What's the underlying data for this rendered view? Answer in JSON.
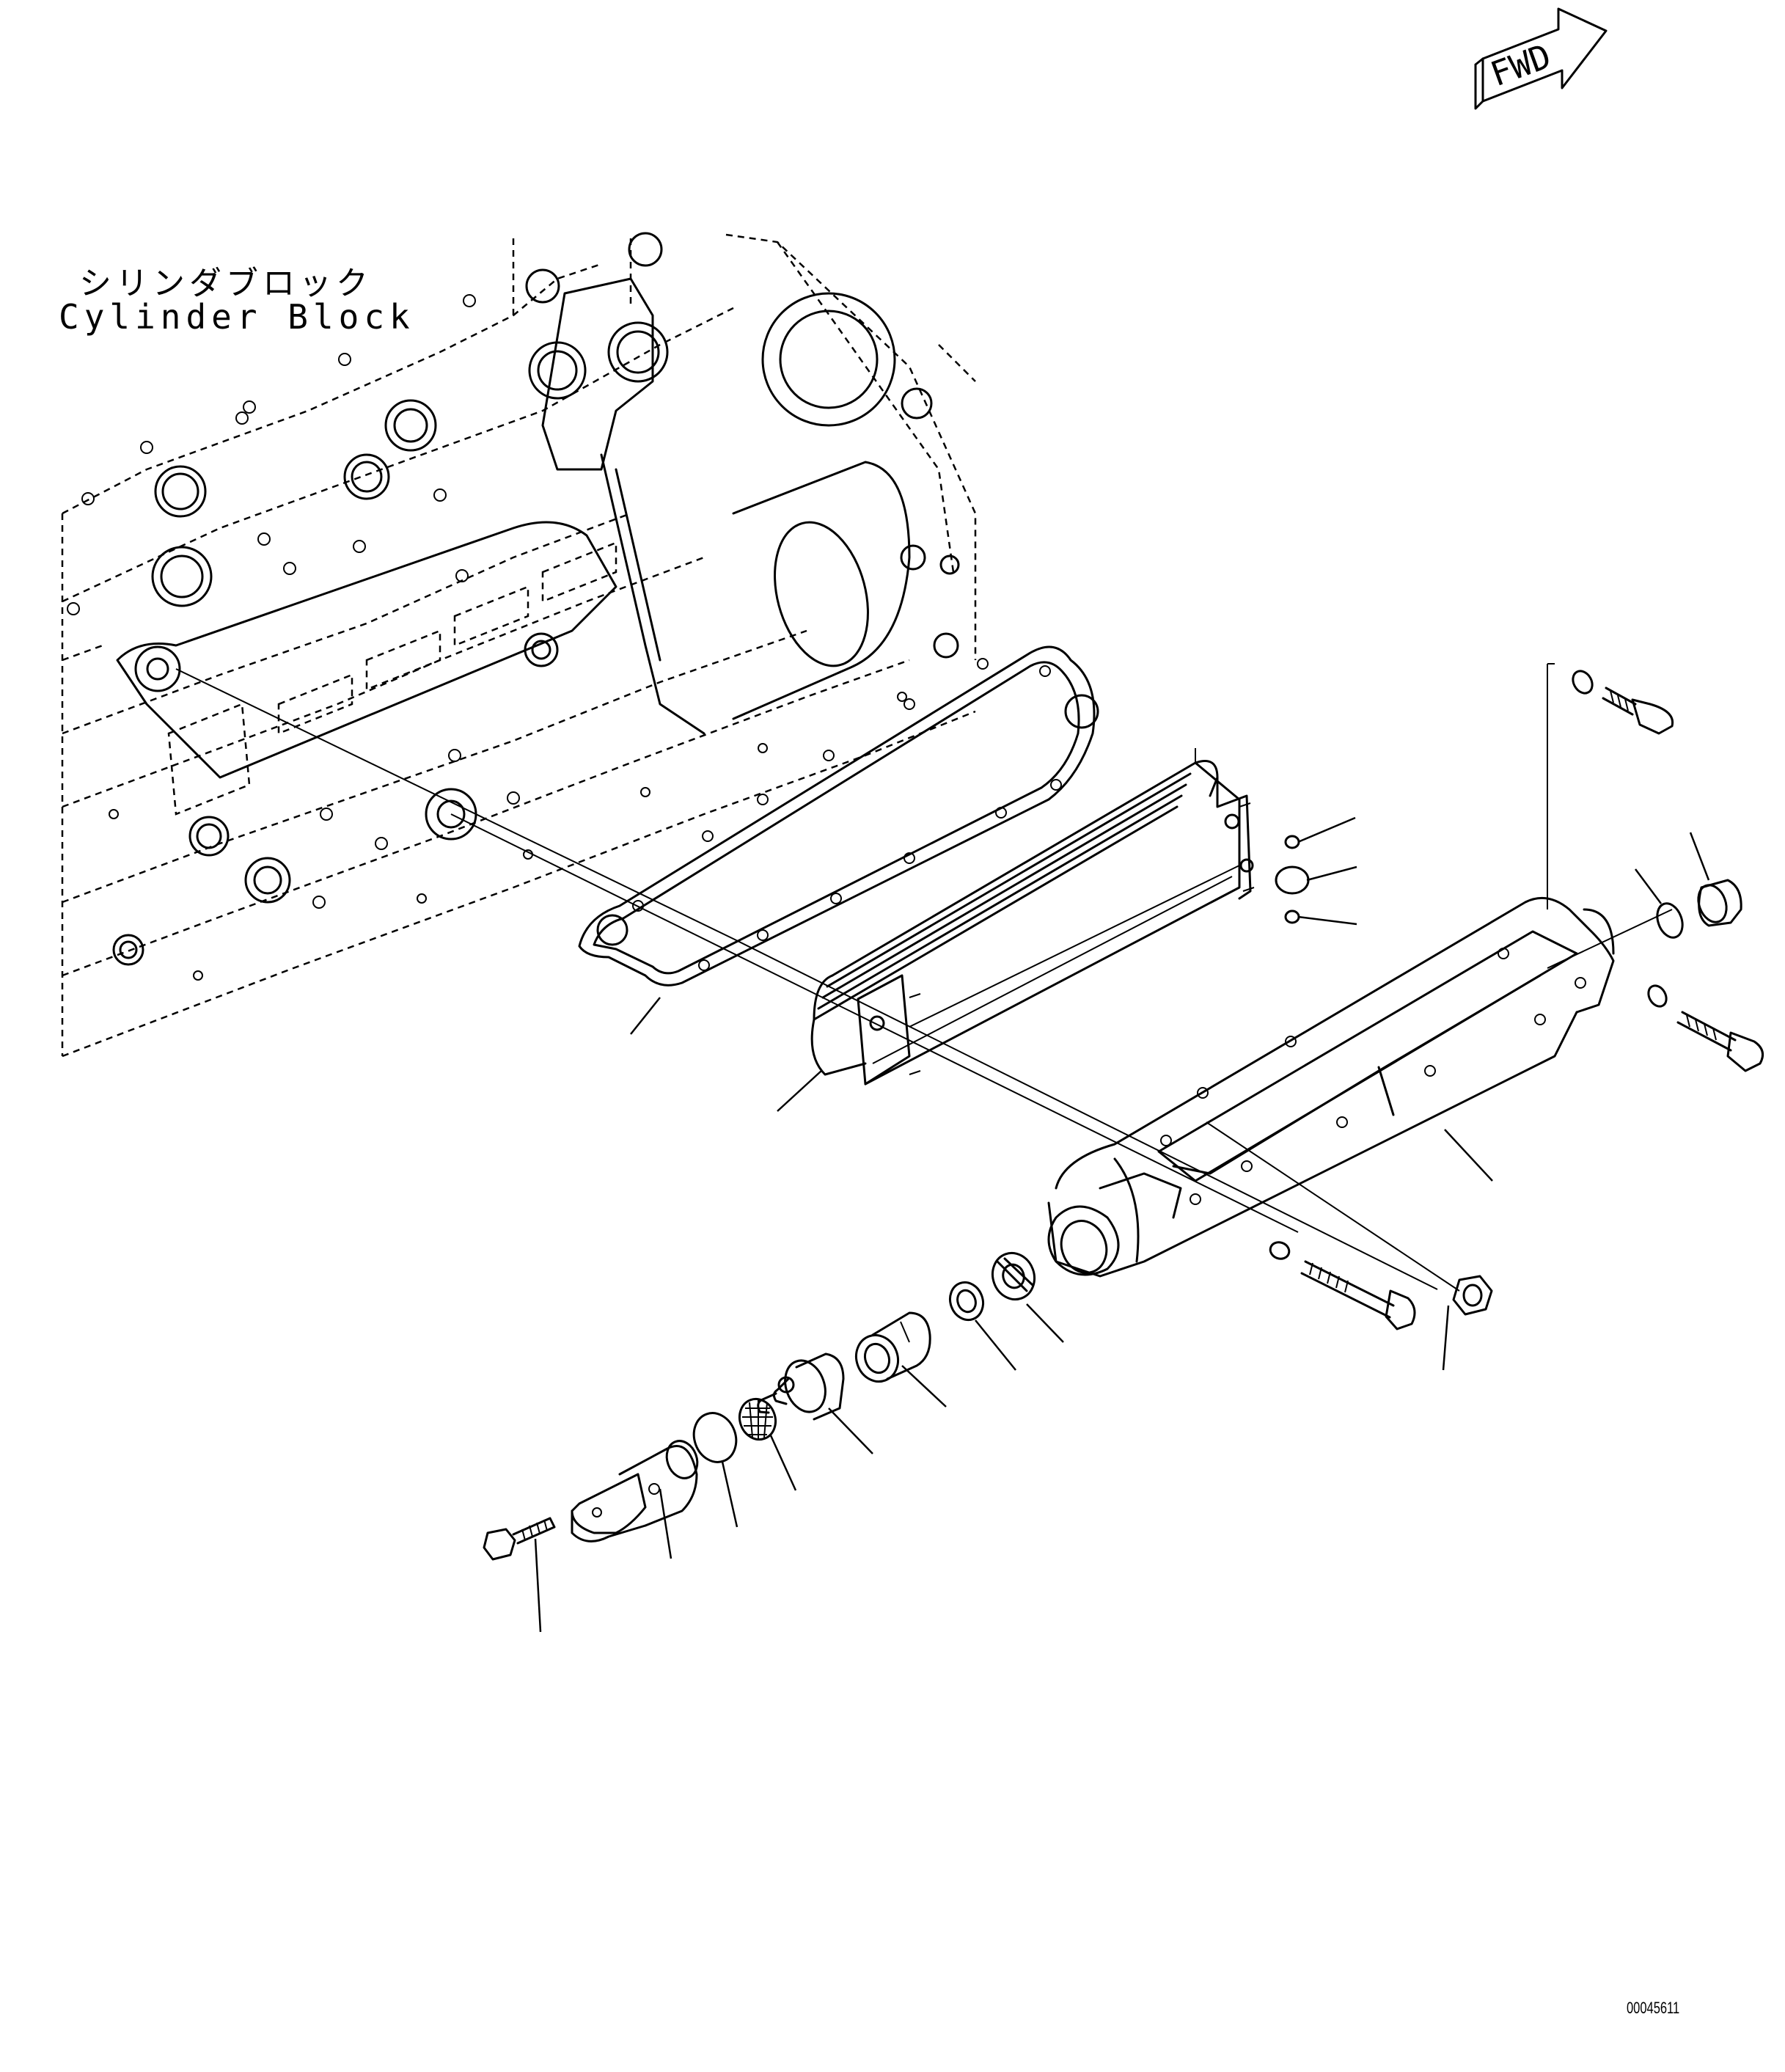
{
  "labels": {
    "cylinder_block_ja": "シリンダブロック",
    "cylinder_block_en": "Cylinder Block",
    "fwd": "FWD",
    "drawing_number": "00045611"
  }
}
